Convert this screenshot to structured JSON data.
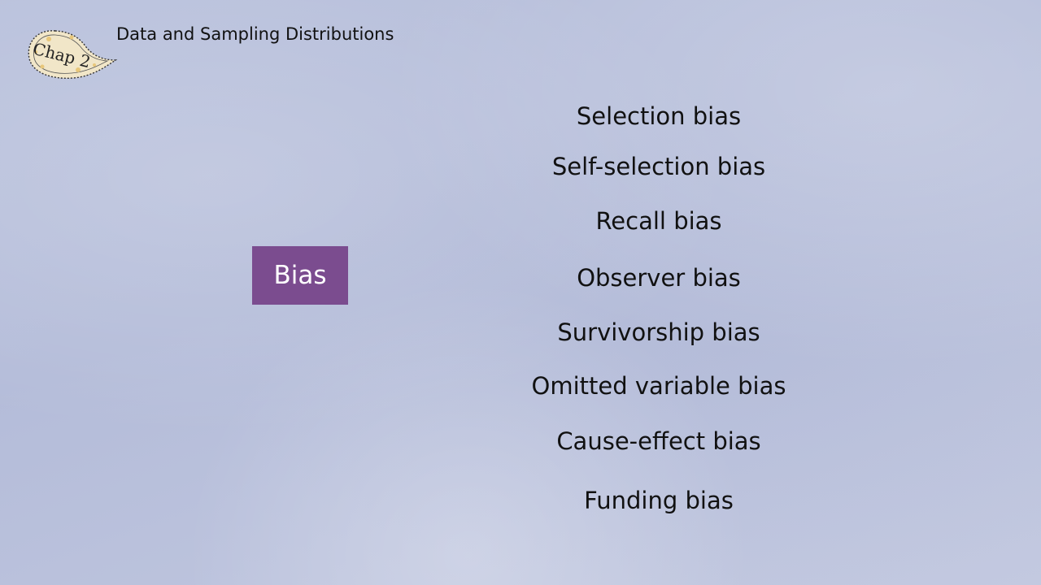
{
  "header": {
    "chapter_badge": "Chap 2",
    "chapter_title": "Data and Sampling Distributions"
  },
  "central_node": {
    "label": "Bias",
    "color": "#7b4c8f"
  },
  "bias_types": [
    "Selection bias",
    "Self-selection bias",
    "Recall bias",
    "Observer bias",
    "Survivorship bias",
    "Omitted variable bias",
    "Cause-effect bias",
    "Funding bias"
  ]
}
